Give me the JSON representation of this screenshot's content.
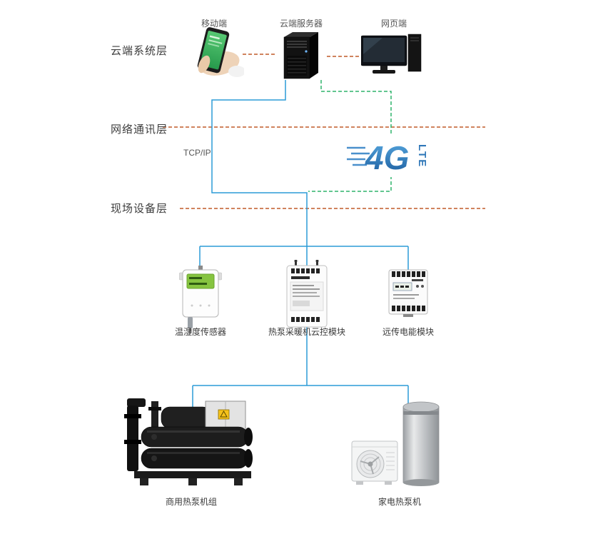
{
  "layers": {
    "cloud": {
      "label": "云端系统层"
    },
    "network": {
      "label": "网络通讯层"
    },
    "field": {
      "label": "现场设备层"
    }
  },
  "cloud_devices": {
    "mobile_label": "移动端",
    "server_label": "云端服务器",
    "web_label": "网页端"
  },
  "network": {
    "protocol": "TCP/IP",
    "logo_4g": "4G",
    "logo_lte": "LTE"
  },
  "field_modules": {
    "sensor_label": "温湿度传感器",
    "controller_label": "热泵采暖机云控模块",
    "meter_label": "远传电能模块"
  },
  "equipment": {
    "commercial_label": "商用热泵机组",
    "home_label": "家电热泵机"
  },
  "colors": {
    "line_blue": "#2b9bd7",
    "line_green": "#2fb46c",
    "line_orange": "#c05a28",
    "logo_blue": "#2f77b8",
    "text_dark": "#3d3d3d",
    "text_muted": "#555555"
  }
}
